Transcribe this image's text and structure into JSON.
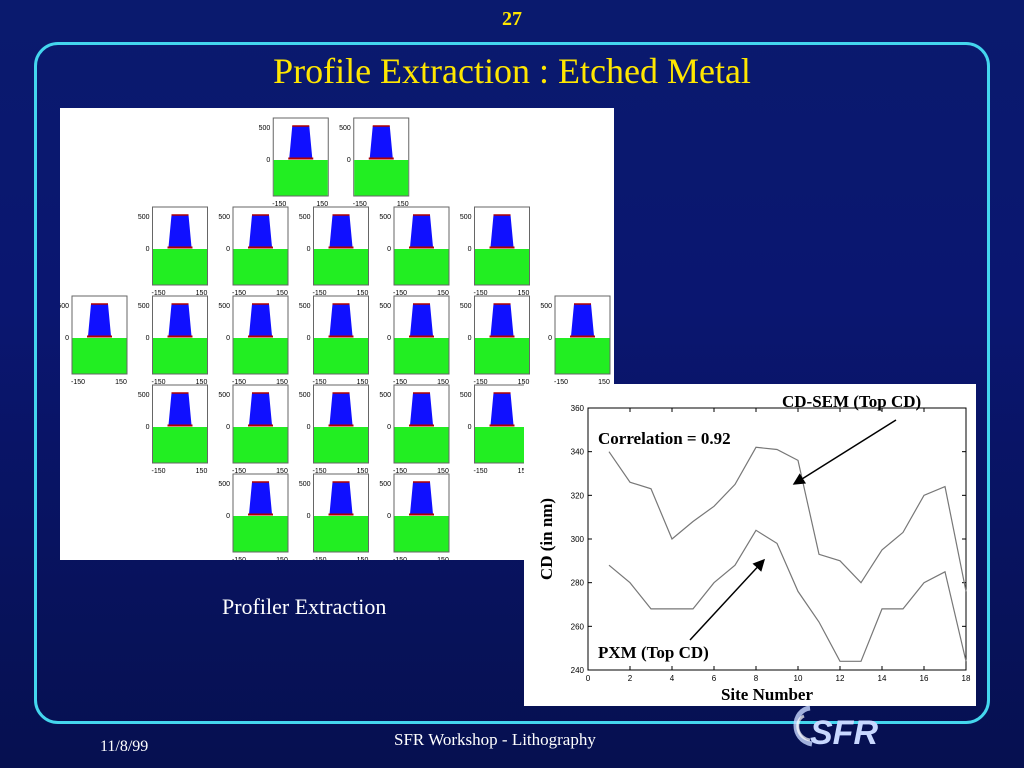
{
  "slide": {
    "page_number": "27",
    "title": "Profile Extraction : Etched Metal",
    "caption": "Profiler Extraction",
    "footer_date": "11/8/99",
    "footer_center": "SFR Workshop - Lithography",
    "logo_text": "SFR"
  },
  "profile_grid": {
    "y_tick_top": "500",
    "y_tick_bottom": "0",
    "x_tick_left": "-150",
    "x_tick_right": "150",
    "rows": [
      2,
      5,
      7,
      5,
      3
    ],
    "colors": {
      "resist": "#1010ff",
      "substrate": "#22ee22",
      "metal": "#b00000"
    }
  },
  "chart_data": {
    "type": "line",
    "xlabel": "Site Number",
    "ylabel": "CD (in nm)",
    "xlim": [
      0,
      18
    ],
    "ylim": [
      240,
      360
    ],
    "xticks": [
      0,
      2,
      4,
      6,
      8,
      10,
      12,
      14,
      16,
      18
    ],
    "yticks": [
      240,
      260,
      280,
      300,
      320,
      340,
      360
    ],
    "grid": false,
    "annotations": [
      {
        "text": "CD-SEM (Top CD)"
      },
      {
        "text": "Correlation = 0.92"
      },
      {
        "text": "PXM (Top CD)"
      }
    ],
    "series": [
      {
        "name": "CD-SEM (Top CD)",
        "x": [
          1,
          2,
          3,
          4,
          5,
          6,
          7,
          8,
          9,
          10,
          11,
          12,
          13,
          14,
          15,
          16,
          17,
          18
        ],
        "values": [
          340,
          326,
          323,
          300,
          308,
          315,
          325,
          342,
          341,
          336,
          293,
          290,
          280,
          295,
          303,
          320,
          324,
          276
        ]
      },
      {
        "name": "PXM (Top CD)",
        "x": [
          1,
          2,
          3,
          4,
          5,
          6,
          7,
          8,
          9,
          10,
          11,
          12,
          13,
          14,
          15,
          16,
          17,
          18
        ],
        "values": [
          288,
          280,
          268,
          268,
          268,
          280,
          288,
          304,
          298,
          276,
          262,
          244,
          244,
          268,
          268,
          280,
          285,
          244
        ]
      }
    ]
  }
}
